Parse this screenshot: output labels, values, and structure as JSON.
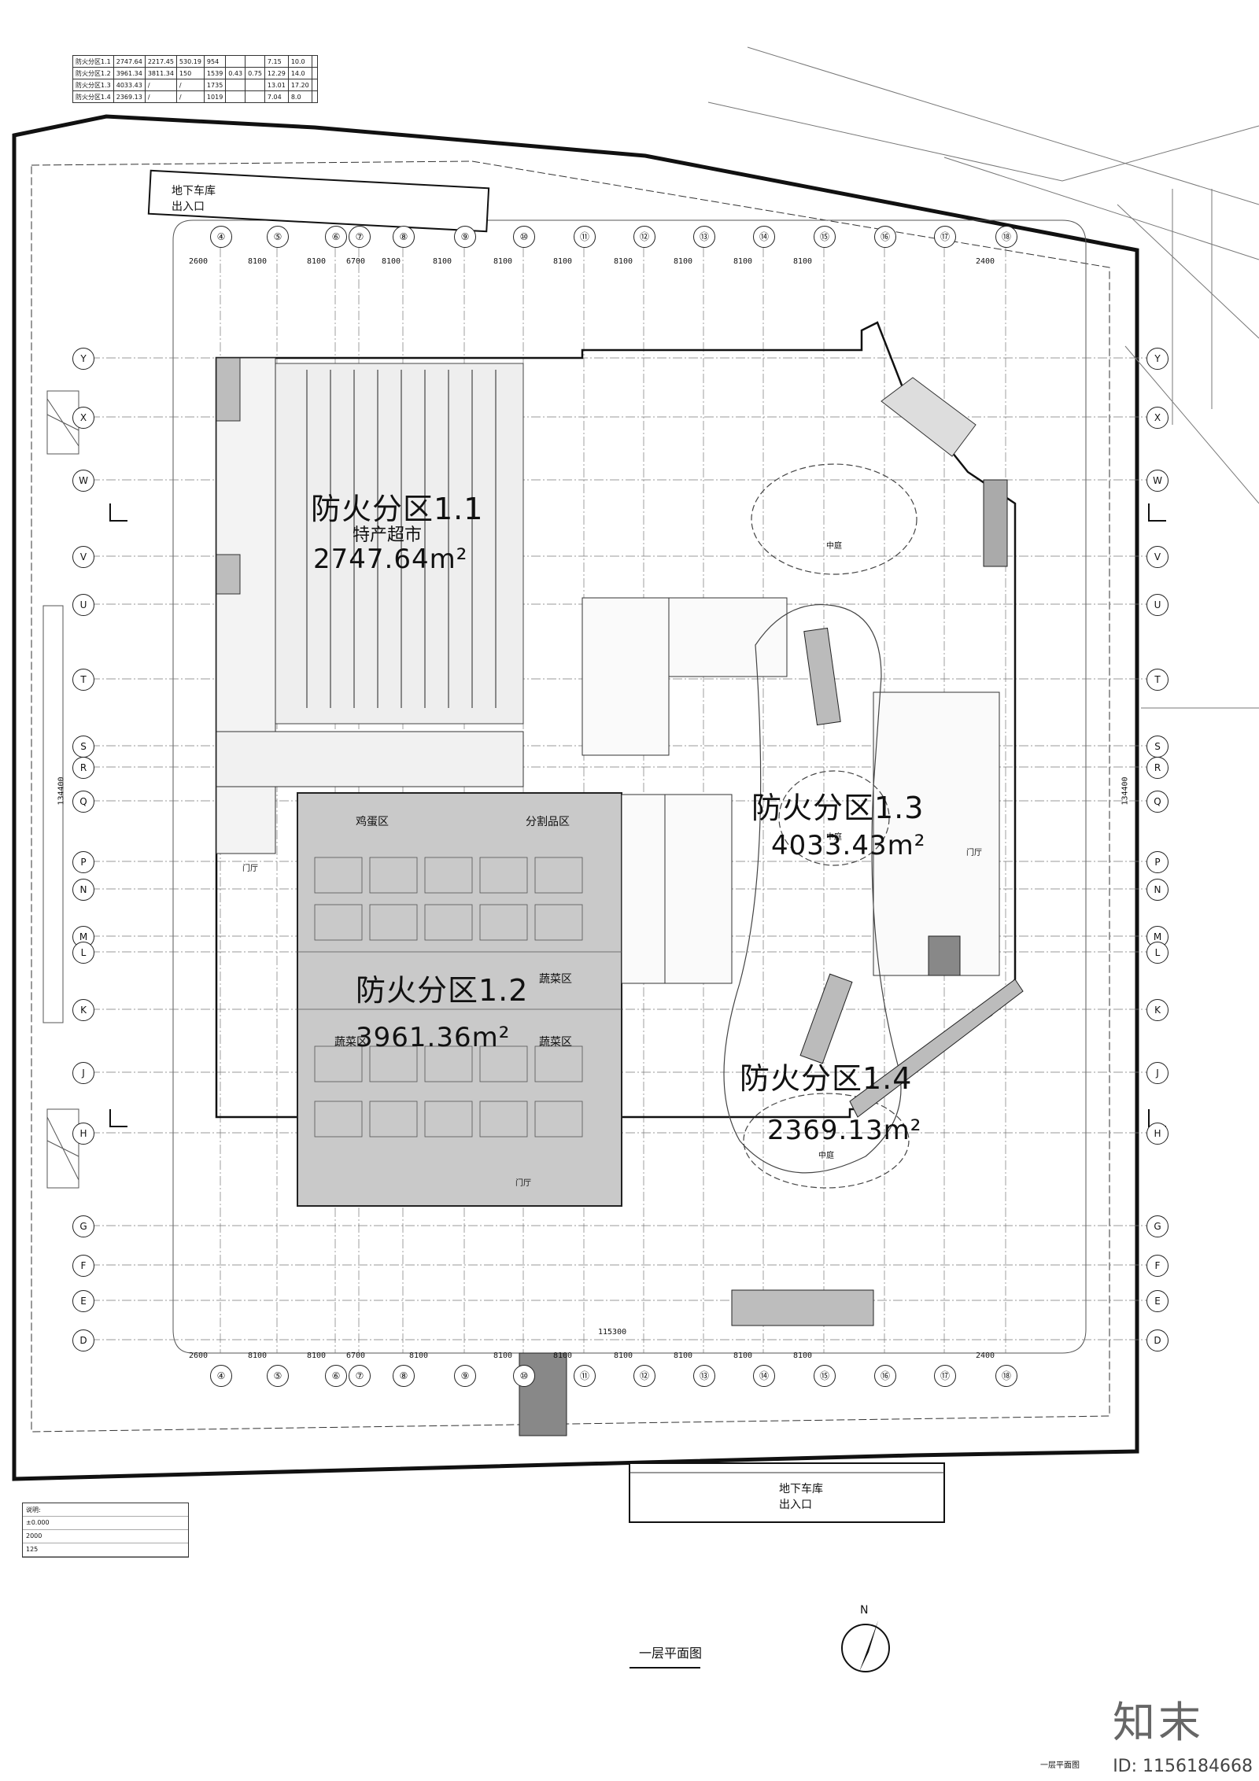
{
  "drawing": {
    "title": "一层平面图",
    "north": "N",
    "corner_label": "一层平面图"
  },
  "zones": [
    {
      "name": "防火分区1.1",
      "sub": "特产超市",
      "area": "2747.64m²"
    },
    {
      "name": "防火分区1.2",
      "sub": "",
      "area": "3961.36m²"
    },
    {
      "name": "防火分区1.3",
      "sub": "",
      "area": "4033.43m²"
    },
    {
      "name": "防火分区1.4",
      "sub": "",
      "area": "2369.13m²"
    }
  ],
  "labels": {
    "garage_top": "地下车库",
    "garage_top_2": "出入口",
    "garage_bottom": "地下车库",
    "garage_bottom_2": "出入口",
    "veg_1": "蔬菜区",
    "veg_2": "蔬菜区",
    "veg_3": "蔬菜区",
    "egg": "鸡蛋区",
    "meat": "分割品区",
    "door_1": "门厅",
    "door_2": "门厅",
    "door_3": "门厅",
    "atrium_1": "中庭",
    "atrium_2": "中庭",
    "atrium_3": "中庭"
  },
  "axes_top": [
    "④",
    "⑤",
    "⑥",
    "⑦",
    "⑧",
    "⑨",
    "⑩",
    "⑪",
    "⑫",
    "⑬",
    "⑭",
    "⑮",
    "⑯",
    "⑰",
    "⑱"
  ],
  "axes_left": [
    "Y",
    "X",
    "W",
    "V",
    "U",
    "T",
    "S",
    "R",
    "Q",
    "P",
    "N",
    "M",
    "L",
    "K",
    "J",
    "H",
    "G",
    "F",
    "E",
    "D"
  ],
  "dims_top": [
    "2600",
    "8100",
    "8100",
    "6700",
    "8100",
    "8100",
    "8100",
    "8100",
    "8100",
    "8100",
    "8100",
    "8100",
    "2400"
  ],
  "dims_bottom": [
    "2600",
    "8100",
    "8100",
    "6700",
    "8100",
    "8100",
    "8100",
    "8100",
    "8100",
    "8100",
    "8100",
    "2400"
  ],
  "total_bottom": "115300",
  "total_left": "134400",
  "summary_table": {
    "rows": [
      [
        "防火分区1.1",
        "2747.64",
        "2217.45",
        "530.19",
        "954",
        "",
        "",
        "7.15",
        "10.0",
        ""
      ],
      [
        "防火分区1.2",
        "3961.34",
        "3811.34",
        "150",
        "1539",
        "0.43",
        "0.75",
        "12.29",
        "14.0",
        ""
      ],
      [
        "防火分区1.3",
        "4033.43",
        "/",
        "/",
        "1735",
        "",
        "",
        "13.01",
        "17.20",
        ""
      ],
      [
        "防火分区1.4",
        "2369.13",
        "/",
        "/",
        "1019",
        "",
        "",
        "7.04",
        "8.0",
        ""
      ]
    ]
  },
  "legend": {
    "heading": "说明:",
    "note_1": "±0.000",
    "note_2": "2000",
    "note_3": "125"
  },
  "watermark": {
    "id": "ID: 1156184668",
    "logo": "知末"
  },
  "colors": {
    "line": "#222222",
    "hatch": "#9a9a9a",
    "shade": "#c8c8c8"
  }
}
